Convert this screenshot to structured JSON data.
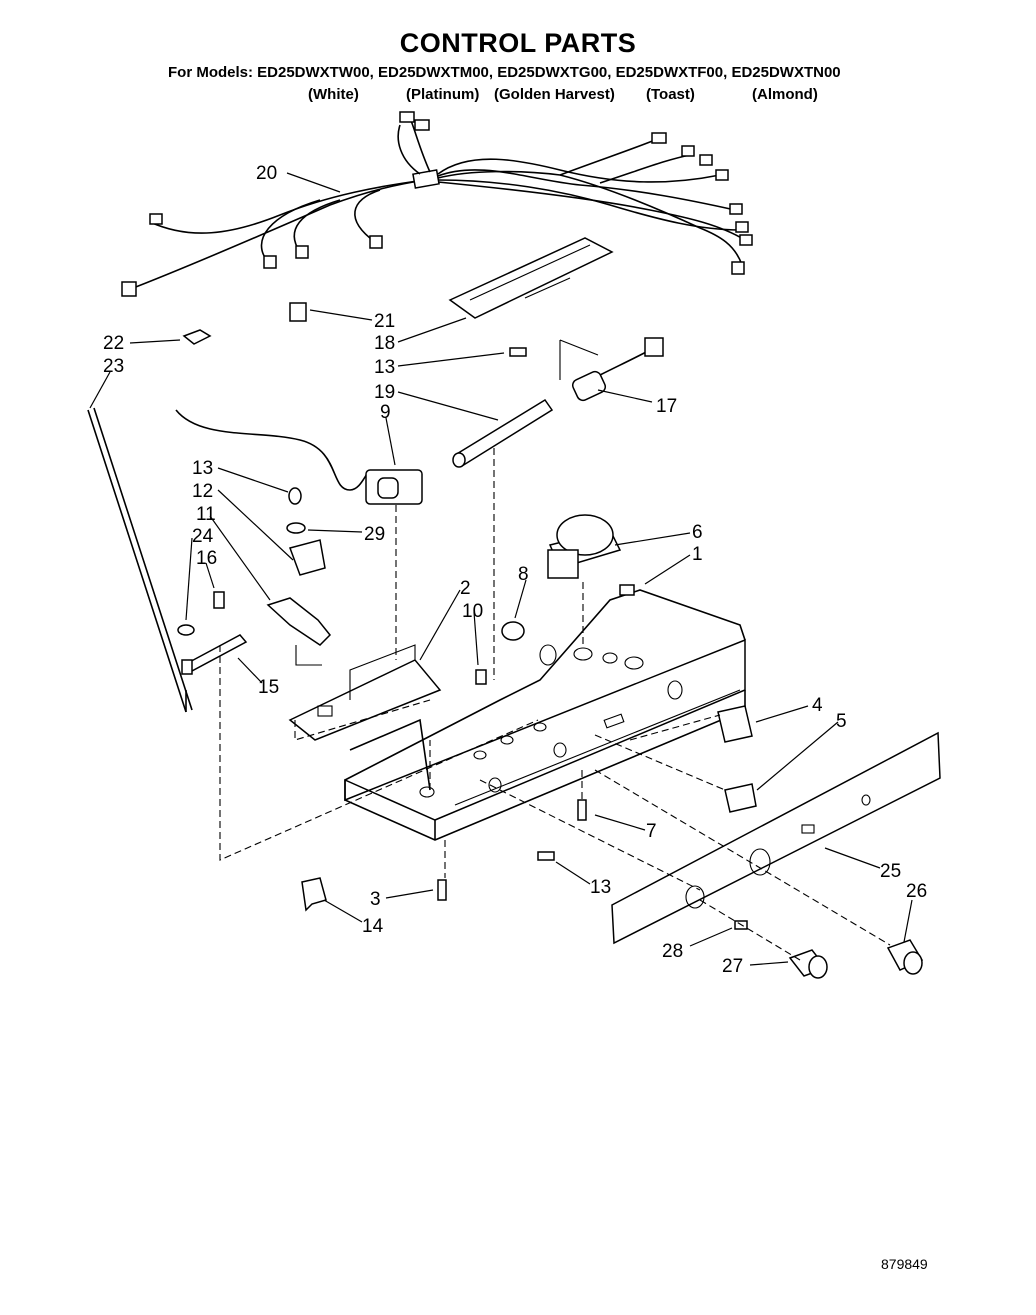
{
  "page": {
    "title": "CONTROL PARTS",
    "models_line": "For Models:  ED25DWXTW00, ED25DWXTM00, ED25DWXTG00, ED25DWXTF00, ED25DWXTN00",
    "model_colors": [
      "(White)",
      "(Platinum)",
      "(Golden Harvest)",
      "(Toast)",
      "(Almond)"
    ],
    "document_number": "879849"
  },
  "callouts": [
    "20",
    "21",
    "18",
    "13",
    "19",
    "17",
    "9",
    "22",
    "23",
    "13",
    "12",
    "29",
    "11",
    "24",
    "16",
    "6",
    "1",
    "8",
    "2",
    "10",
    "15",
    "4",
    "5",
    "7",
    "25",
    "26",
    "13",
    "3",
    "14",
    "28",
    "27"
  ]
}
